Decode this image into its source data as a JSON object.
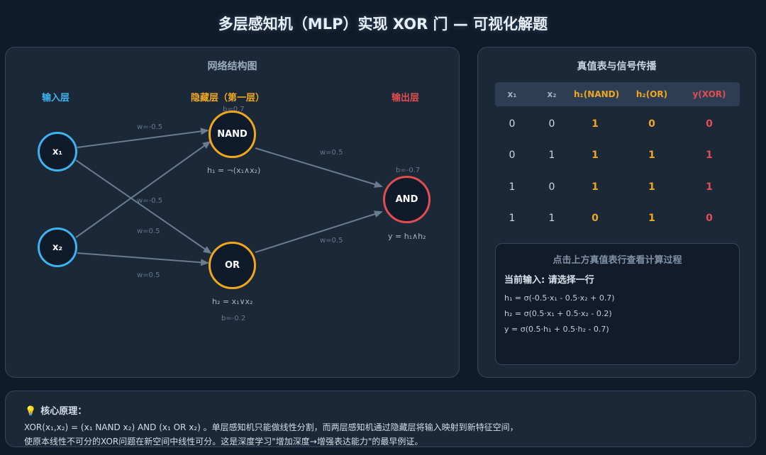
{
  "title": "多层感知机（MLP）实现 XOR 门 — 可视化解题",
  "colors": {
    "input": "#3db3f0",
    "hidden": "#f0a71e",
    "output": "#e24d50",
    "edge": "#6b7c90",
    "panel_bg": "#1b2838",
    "page_bg": "#101b29"
  },
  "network": {
    "heading": "网络结构图",
    "layers": {
      "input": "输入层",
      "hidden": "隐藏层（第一层）",
      "output": "输出层"
    },
    "nodes": {
      "x1": "x₁",
      "x2": "x₂",
      "nand": "NAND",
      "or": "OR",
      "and": "AND"
    },
    "biases": {
      "nand": "b=0.7",
      "or": "b=-0.2",
      "and": "b=-0.7"
    },
    "formulas": {
      "nand": "h₁ = ¬(x₁∧x₂)",
      "or": "h₂ = x₁∨x₂",
      "and": "y = h₁∧h₂"
    },
    "weights": {
      "x1_nand": "w=-0.5",
      "x2_nand": "w=-0.5",
      "x1_or": "w=0.5",
      "x2_or": "w=0.5",
      "nand_and": "w=0.5",
      "or_and": "w=0.5"
    }
  },
  "truth_table": {
    "heading": "真值表与信号传播",
    "columns": [
      "x₁",
      "x₂",
      "h₁(NAND)",
      "h₂(OR)",
      "y(XOR)"
    ],
    "rows": [
      [
        "0",
        "0",
        "1",
        "0",
        "0"
      ],
      [
        "0",
        "1",
        "1",
        "1",
        "1"
      ],
      [
        "1",
        "0",
        "1",
        "1",
        "1"
      ],
      [
        "1",
        "1",
        "0",
        "1",
        "0"
      ]
    ]
  },
  "calc": {
    "hint": "点击上方真值表行查看计算过程",
    "current": "当前输入: 请选择一行",
    "lines": [
      "h₁ = σ(-0.5·x₁ - 0.5·x₂ + 0.7)",
      "h₂ = σ(0.5·x₁ + 0.5·x₂ - 0.2)",
      "y = σ(0.5·h₁ + 0.5·h₂ - 0.7)"
    ]
  },
  "core": {
    "icon": "lightbulb-icon",
    "title": "核心原理：",
    "line1": "XOR(x₁,x₂) = (x₁ NAND x₂) AND (x₁ OR x₂) 。单层感知机只能做线性分割，而两层感知机通过隐藏层将输入映射到新特征空间，",
    "line2": "使原本线性不可分的XOR问题在新空间中线性可分。这是深度学习\"增加深度→增强表达能力\"的最早例证。"
  }
}
